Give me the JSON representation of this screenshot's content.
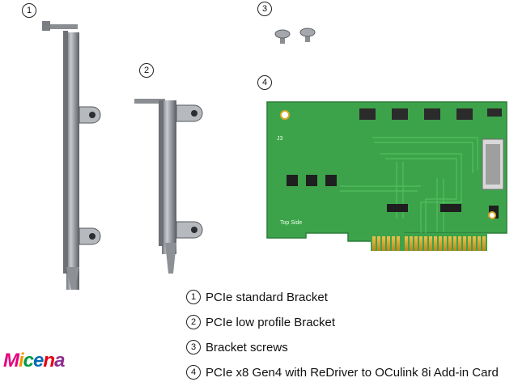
{
  "markers": {
    "m1": "1",
    "m2": "2",
    "m3": "3",
    "m4": "4"
  },
  "board_text": {
    "top_side": "Top Side",
    "connector_label": "J3"
  },
  "legend": [
    {
      "num": "1",
      "text": "PCIe standard Bracket"
    },
    {
      "num": "2",
      "text": "PCIe low profile Bracket"
    },
    {
      "num": "3",
      "text": "Bracket screws"
    },
    {
      "num": "4",
      "text": "PCIe x8 Gen4 with ReDriver to OCulink 8i Add-in Card"
    }
  ],
  "logo": {
    "letters": [
      "M",
      "i",
      "c",
      "e",
      "n",
      "a"
    ],
    "colors": [
      "#e4007f",
      "#f39800",
      "#009944",
      "#0068b7",
      "#e60012",
      "#8f2d91"
    ]
  },
  "colors": {
    "pcb": "#3da34a",
    "pcb_dark": "#2d7d39",
    "gold": "#d9a92b",
    "bracket": "#9fa3a8"
  }
}
